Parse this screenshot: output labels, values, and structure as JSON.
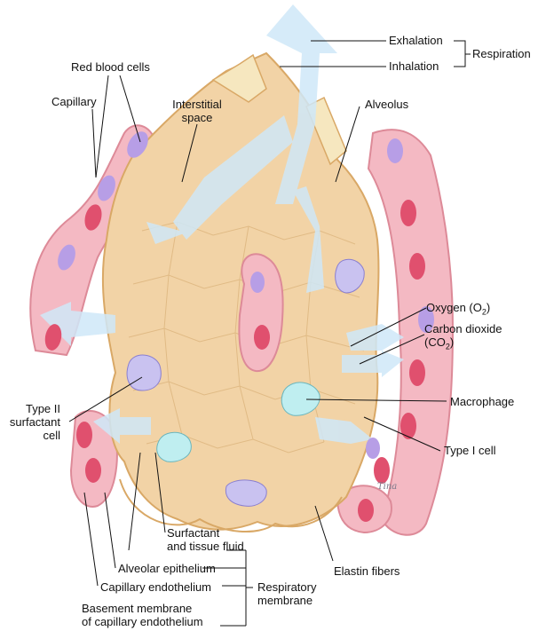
{
  "labels": {
    "exhalation": "Exhalation",
    "inhalation": "Inhalation",
    "respiration": "Respiration",
    "red_blood_cells": "Red blood cells",
    "capillary": "Capillary",
    "interstitial_space_1": "Interstitial",
    "interstitial_space_2": "space",
    "alveolus": "Alveolus",
    "oxygen": "Oxygen (O",
    "oxygen_sub": "2",
    "oxygen_close": ")",
    "carbon_dioxide_1": "Carbon dioxide",
    "carbon_dioxide_2": "(CO",
    "carbon_dioxide_sub": "2",
    "carbon_dioxide_close": ")",
    "type_ii_1": "Type II",
    "type_ii_2": "surfactant",
    "type_ii_3": "cell",
    "macrophage": "Macrophage",
    "type_i_cell": "Type I cell",
    "surfactant_1": "Surfactant",
    "surfactant_2": "and tissue fluid",
    "alveolar_epithelium": "Alveolar epithelium",
    "capillary_endothelium": "Capillary endothelium",
    "respiratory_membrane_1": "Respiratory",
    "respiratory_membrane_2": "membrane",
    "elastin_fibers": "Elastin fibers",
    "basement_membrane_1": "Basement membrane",
    "basement_membrane_2": "of capillary endothelium"
  },
  "signature": "Tina",
  "colors": {
    "tissue": "#f2d3a6",
    "tissue_edge": "#d9a866",
    "capillary_wall": "#f4b9c3",
    "rbc": "#e0506e",
    "rbc_purple": "#b79ee6",
    "air_arrow": "#cfe8f8",
    "type_ii_cell": "#c9c2f0",
    "macrophage": "#bfeef0"
  }
}
